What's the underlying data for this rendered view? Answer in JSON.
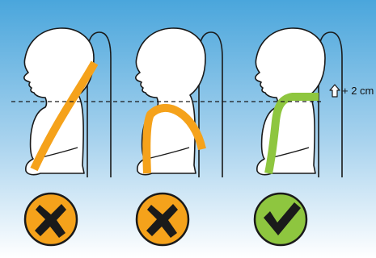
{
  "measurement": {
    "label": "+ 2 cm",
    "icon": "arrow-up-outline-icon"
  },
  "panels": [
    {
      "id": "left",
      "verdict": "incorrect",
      "symbol": "x-mark-icon",
      "belt_color": "#f5a21b",
      "badge_color": "#f5a21b"
    },
    {
      "id": "middle",
      "verdict": "incorrect",
      "symbol": "x-mark-icon",
      "belt_color": "#f5a21b",
      "badge_color": "#f5a21b"
    },
    {
      "id": "right",
      "verdict": "correct",
      "symbol": "check-mark-icon",
      "belt_color": "#8ec63f",
      "badge_color": "#8ec63f"
    }
  ],
  "colors": {
    "sky_top": "#4aa6dc",
    "sky_bottom": "#ffffff",
    "outline": "#1a1a1a",
    "mark": "#1a1a1a"
  }
}
